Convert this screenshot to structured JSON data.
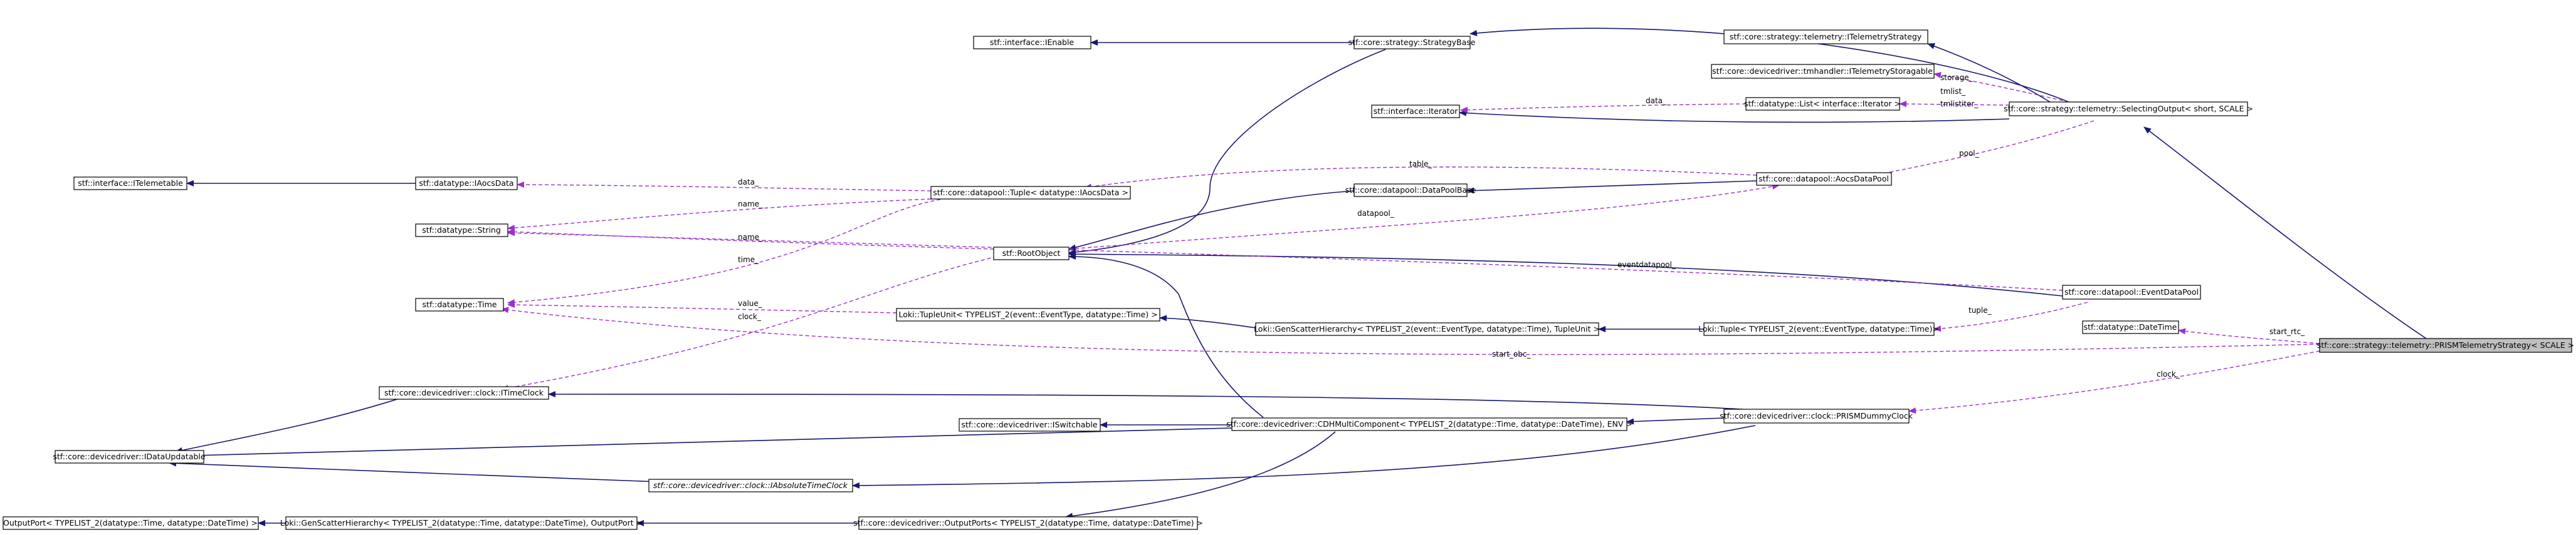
{
  "nodes": {
    "ienable": "stf::interface::IEnable",
    "strategybase": "stf::core::strategy::StrategyBase",
    "itelemetrystrategy": "stf::core::strategy::telemetry::ITelemetryStrategy",
    "itelemetrystoragable": "stf::core::devicedriver::tmhandler::ITelemetryStoragable",
    "iiterator": "stf::interface::Iterator",
    "list_iterator": "stf::datatype::List< interface::Iterator >",
    "selectingoutput": "stf::core::strategy::telemetry::SelectingOutput< short, SCALE >",
    "itelemetable": "stf::interface::ITelemetable",
    "iaocsdata": "stf::datatype::IAocsData",
    "tuple_iaocs": "stf::core::datapool::Tuple< datatype::IAocsData >",
    "datapoolbase": "stf::core::datapool::DataPoolBase",
    "aocsdatapool": "stf::core::datapool::AocsDataPool",
    "string": "stf::datatype::String",
    "rootobject": "stf::RootObject",
    "time": "stf::datatype::Time",
    "tupleunit": "Loki::TupleUnit< TYPELIST_2(event::EventType, datatype::Time) >",
    "genscatter_event": "Loki::GenScatterHierarchy< TYPELIST_2(event::EventType, datatype::Time), TupleUnit >",
    "loki_tuple": "Loki::Tuple< TYPELIST_2(event::EventType, datatype::Time)>",
    "eventdatapool": "stf::core::datapool::EventDataPool",
    "datetime": "stf::datatype::DateTime",
    "prism": "stf::core::strategy::telemetry::PRISMTelemetryStrategy< SCALE >",
    "itimeclock": "stf::core::devicedriver::clock::ITimeClock",
    "idataupdatable": "stf::core::devicedriver::IDataUpdatable",
    "iswitchable": "stf::core::devicedriver::ISwitchable",
    "cdhmulti": "stf::core::devicedriver::CDHMultiComponent< TYPELIST_2(datatype::Time, datatype::DateTime), ENV >",
    "prismdummyclock": "stf::core::devicedriver::clock::PRISMDummyClock",
    "iabsolutetimeclock": "stf::core::devicedriver::clock::IAbsoluteTimeClock",
    "outputport": "OutputPort< TYPELIST_2(datatype::Time, datatype::DateTime) >",
    "genscatter_output": "Loki::GenScatterHierarchy< TYPELIST_2(datatype::Time, datatype::DateTime), OutputPort >",
    "outputports": "stf::core::devicedriver::OutputPorts< TYPELIST_2(datatype::Time, datatype::DateTime) >"
  },
  "edge_labels": {
    "storage": "storage_",
    "tmlist": "tmlist_",
    "tmlistiter": "tmlistiter_",
    "data_list": "data_",
    "table": "table_",
    "pool": "pool_",
    "data_tuple": "data_",
    "name_tuple": "name_",
    "name_root": "name_",
    "datapool": "datapool_",
    "eventdatapool": "eventdatapool_",
    "time": "time_",
    "value": "value_",
    "clock_root": "clock_",
    "tuple": "tuple_",
    "start_rtc": "start_rtc_",
    "start_obc": "start_obc_",
    "clock_prism": "clock_"
  },
  "colors": {
    "inheritance": "#191970",
    "usage": "#9a32cd",
    "focus_fill": "#bfbfbf"
  }
}
